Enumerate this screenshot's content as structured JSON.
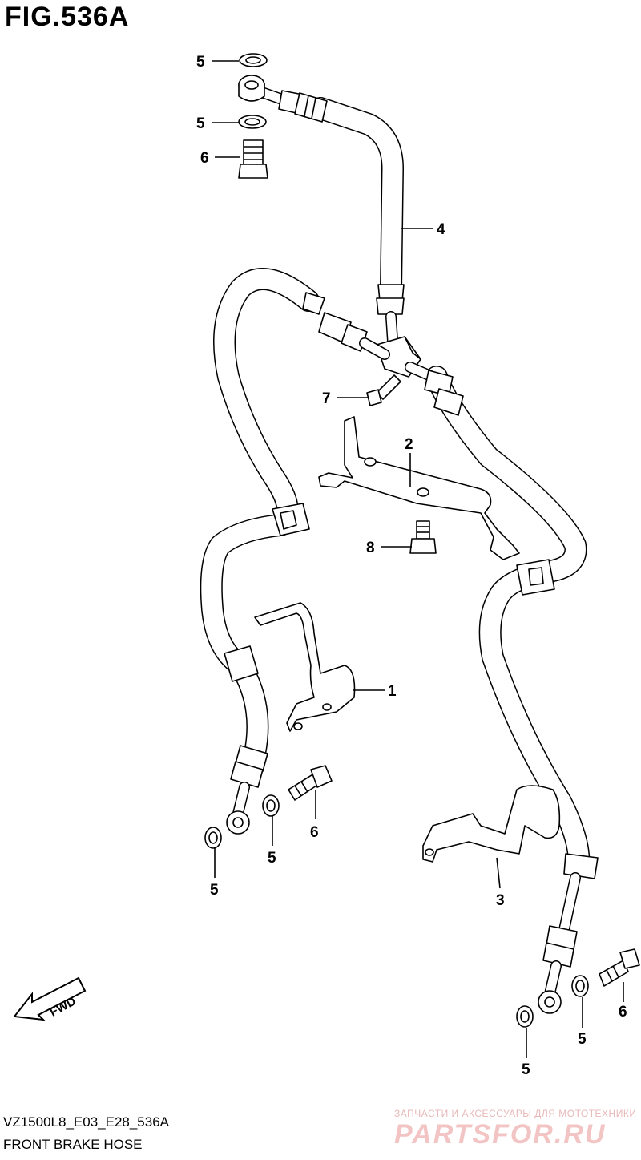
{
  "figure": {
    "title": "FIG.536A",
    "code": "VZ1500L8_E03_E28_536A",
    "name": "FRONT BRAKE HOSE"
  },
  "callouts": {
    "c5a": "5",
    "c5b": "5",
    "c6a": "6",
    "c4": "4",
    "c7": "7",
    "c2": "2",
    "c8": "8",
    "c1": "1",
    "c6b": "6",
    "c5c": "5",
    "c5d": "5",
    "c3": "3",
    "c5e": "5",
    "c5f": "5",
    "c6c": "6"
  },
  "fwd_arrow": {
    "label": "FWD"
  },
  "watermark": {
    "tagline": "ЗАПЧАСТИ И АКСЕССУАРЫ ДЛЯ МОТОТЕХНИКИ",
    "logo": "PARTSFOR.RU"
  },
  "colors": {
    "line": "#000000",
    "background": "#ffffff",
    "watermark": "#f2c4c4"
  }
}
